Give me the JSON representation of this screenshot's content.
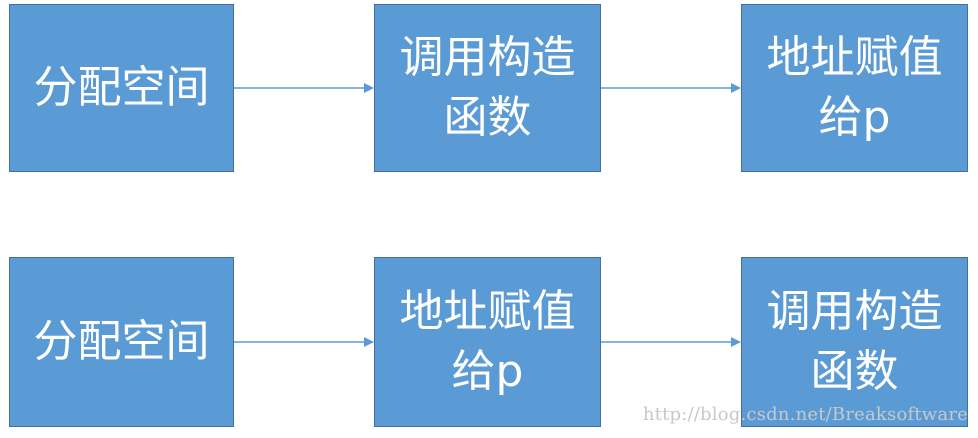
{
  "rows": [
    {
      "steps": [
        "分配空间",
        "调用构造函数",
        "地址赋值给p"
      ]
    },
    {
      "steps": [
        "分配空间",
        "地址赋值给p",
        "调用构造函数"
      ]
    }
  ],
  "watermark": "http://blog.csdn.net/Breaksoftware",
  "colors": {
    "box_fill": "#5B9BD5",
    "box_border": "#41719C",
    "arrow": "#5B9BD5",
    "text": "#FFFFFF"
  }
}
